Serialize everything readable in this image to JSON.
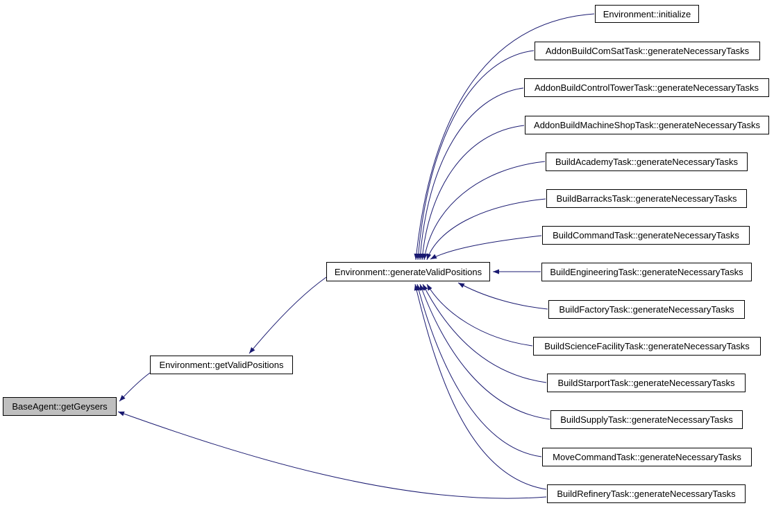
{
  "graph": {
    "colors": {
      "edge": "#191970",
      "focus_fill": "#bfbfbf",
      "node_fill": "#ffffff",
      "node_border": "#000000"
    },
    "nodes": [
      {
        "label": "BaseAgent::getGeysers",
        "role": "focus"
      },
      {
        "label": "Environment::getValidPositions",
        "role": "caller"
      },
      {
        "label": "Environment::generateValidPositions",
        "role": "caller"
      },
      {
        "label": "Environment::initialize",
        "role": "caller"
      },
      {
        "label": "AddonBuildComSatTask::generateNecessaryTasks",
        "role": "caller"
      },
      {
        "label": "AddonBuildControlTowerTask::generateNecessaryTasks",
        "role": "caller"
      },
      {
        "label": "AddonBuildMachineShopTask::generateNecessaryTasks",
        "role": "caller"
      },
      {
        "label": "BuildAcademyTask::generateNecessaryTasks",
        "role": "caller"
      },
      {
        "label": "BuildBarracksTask::generateNecessaryTasks",
        "role": "caller"
      },
      {
        "label": "BuildCommandTask::generateNecessaryTasks",
        "role": "caller"
      },
      {
        "label": "BuildEngineeringTask::generateNecessaryTasks",
        "role": "caller"
      },
      {
        "label": "BuildFactoryTask::generateNecessaryTasks",
        "role": "caller"
      },
      {
        "label": "BuildScienceFacilityTask::generateNecessaryTasks",
        "role": "caller"
      },
      {
        "label": "BuildStarportTask::generateNecessaryTasks",
        "role": "caller"
      },
      {
        "label": "BuildSupplyTask::generateNecessaryTasks",
        "role": "caller"
      },
      {
        "label": "MoveCommandTask::generateNecessaryTasks",
        "role": "caller"
      },
      {
        "label": "BuildRefineryTask::generateNecessaryTasks",
        "role": "caller"
      }
    ],
    "edges": [
      {
        "from_node": 3,
        "to_node": 2
      },
      {
        "from_node": 4,
        "to_node": 2
      },
      {
        "from_node": 5,
        "to_node": 2
      },
      {
        "from_node": 6,
        "to_node": 2
      },
      {
        "from_node": 7,
        "to_node": 2
      },
      {
        "from_node": 8,
        "to_node": 2
      },
      {
        "from_node": 9,
        "to_node": 2
      },
      {
        "from_node": 10,
        "to_node": 2
      },
      {
        "from_node": 11,
        "to_node": 2
      },
      {
        "from_node": 12,
        "to_node": 2
      },
      {
        "from_node": 13,
        "to_node": 2
      },
      {
        "from_node": 14,
        "to_node": 2
      },
      {
        "from_node": 15,
        "to_node": 2
      },
      {
        "from_node": 16,
        "to_node": 2
      },
      {
        "from_node": 2,
        "to_node": 1
      },
      {
        "from_node": 1,
        "to_node": 0
      },
      {
        "from_node": 16,
        "to_node": 0
      }
    ]
  }
}
